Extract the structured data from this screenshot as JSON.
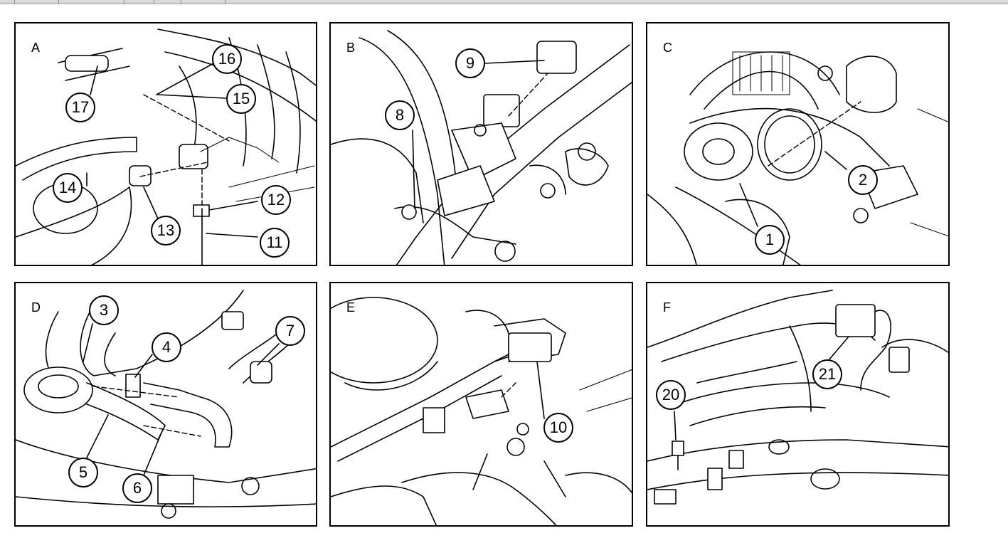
{
  "panels": [
    {
      "letter": "A",
      "callouts": [
        "16",
        "15",
        "17",
        "14",
        "13",
        "12",
        "11"
      ]
    },
    {
      "letter": "B",
      "callouts": [
        "9",
        "8"
      ]
    },
    {
      "letter": "C",
      "callouts": [
        "2",
        "1"
      ]
    },
    {
      "letter": "D",
      "callouts": [
        "3",
        "4",
        "7",
        "5",
        "6"
      ]
    },
    {
      "letter": "E",
      "callouts": [
        "10"
      ]
    },
    {
      "letter": "F",
      "callouts": [
        "20",
        "21"
      ]
    }
  ]
}
